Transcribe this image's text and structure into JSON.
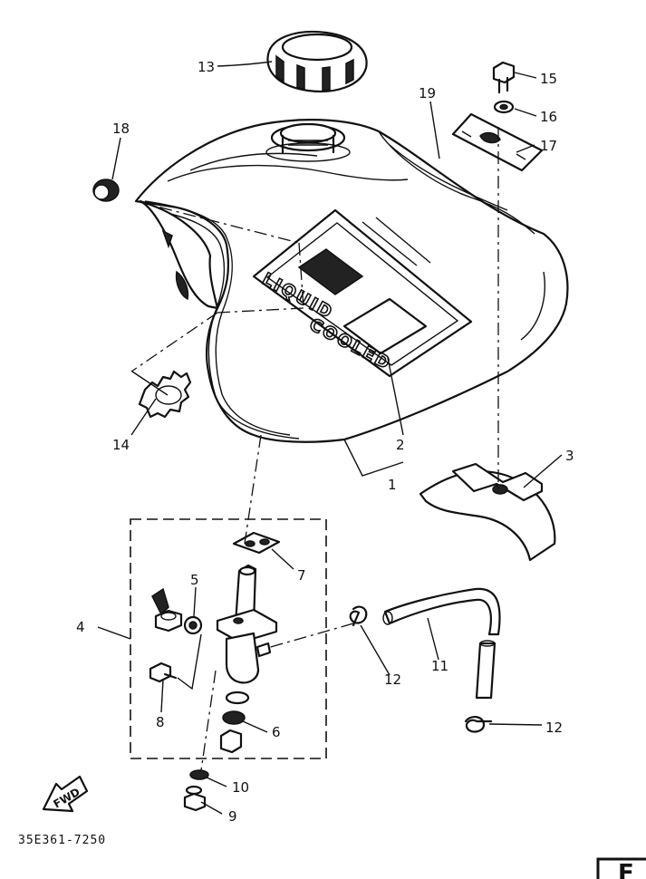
{
  "callouts": [
    {
      "id": "c1",
      "text": "1"
    },
    {
      "id": "c2",
      "text": "2"
    },
    {
      "id": "c3",
      "text": "3"
    },
    {
      "id": "c4",
      "text": "4"
    },
    {
      "id": "c5",
      "text": "5"
    },
    {
      "id": "c6",
      "text": "6"
    },
    {
      "id": "c7",
      "text": "7"
    },
    {
      "id": "c8",
      "text": "8"
    },
    {
      "id": "c9",
      "text": "9"
    },
    {
      "id": "c10",
      "text": "10"
    },
    {
      "id": "c11",
      "text": "11"
    },
    {
      "id": "c12a",
      "text": "12"
    },
    {
      "id": "c12b",
      "text": "12"
    },
    {
      "id": "c13",
      "text": "13"
    },
    {
      "id": "c14",
      "text": "14"
    },
    {
      "id": "c15",
      "text": "15"
    },
    {
      "id": "c16",
      "text": "16"
    },
    {
      "id": "c17",
      "text": "17"
    },
    {
      "id": "c18",
      "text": "18"
    },
    {
      "id": "c19",
      "text": "19"
    }
  ],
  "tank_graphic": {
    "line1": "LIQUID",
    "line2": "COOLED"
  },
  "fwd_arrow": "FWD",
  "drawing_code": "35E361-7250",
  "corner_mark": "F"
}
